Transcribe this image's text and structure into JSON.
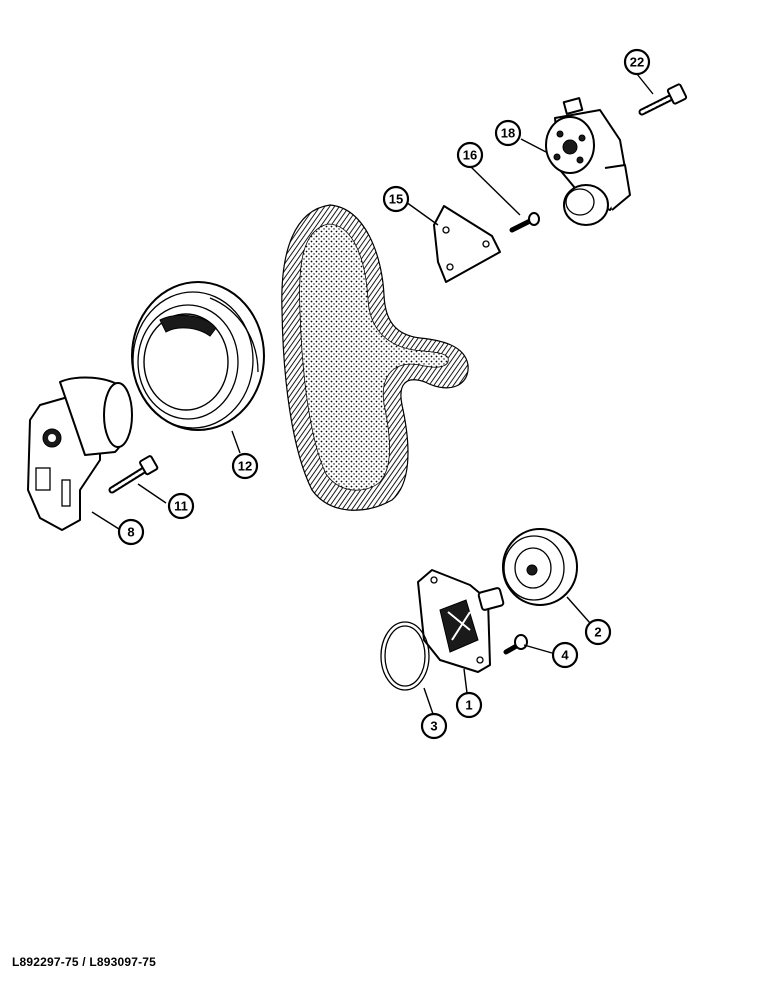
{
  "callouts": {
    "c1": "1",
    "c2": "2",
    "c3": "3",
    "c4": "4",
    "c8": "8",
    "c11": "11",
    "c12": "12",
    "c15": "15",
    "c16": "16",
    "c18": "18",
    "c22": "22"
  },
  "caption": "L892297-75 / L893097-75"
}
